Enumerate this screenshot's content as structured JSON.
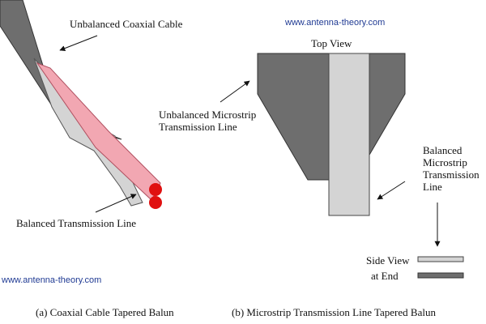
{
  "watermark_top": "www.antenna-theory.com",
  "watermark_bottom": "www.antenna-theory.com",
  "left": {
    "label_coax": "Unbalanced Coaxial Cable",
    "label_balanced": "Balanced Transmission Line",
    "caption": "(a)  Coaxial Cable Tapered Balun"
  },
  "right": {
    "label_top_view": "Top View",
    "label_unbalanced_l1": "Unbalanced Microstrip",
    "label_unbalanced_l2": "Transmission Line",
    "label_balanced_l1": "Balanced",
    "label_balanced_l2": "Microstrip",
    "label_balanced_l3": "Transmission",
    "label_balanced_l4": "Line",
    "label_side_view": "Side View",
    "label_at_end": "at End",
    "caption": "(b) Microstrip Transmission Line Tapered Balun"
  },
  "colors": {
    "metal_dark": "#6e6e6e",
    "metal_light": "#d4d4d4",
    "conductor_pink": "#f2a7b2",
    "conductor_red": "#e01010",
    "watermark_blue": "#1f3a93"
  }
}
